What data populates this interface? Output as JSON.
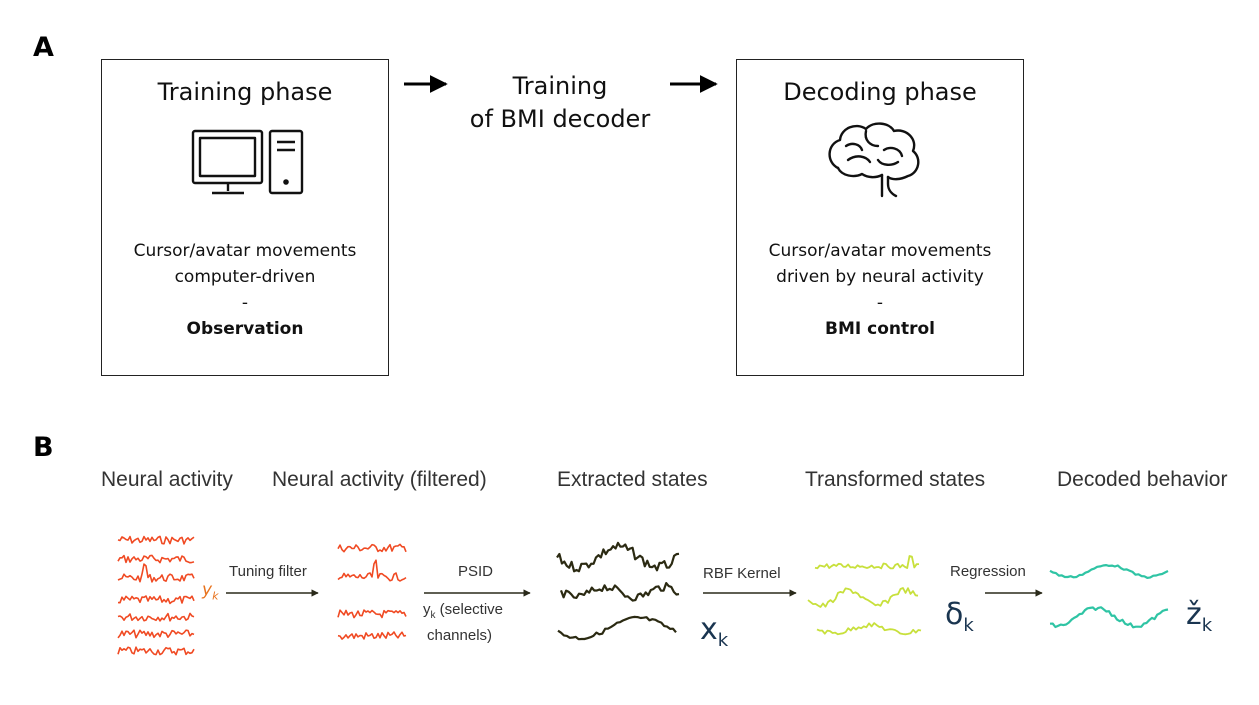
{
  "panel_a": {
    "letter": "A",
    "training_box": {
      "title": "Training phase",
      "desc_line1": "Cursor/avatar movements",
      "desc_line2": "computer-driven",
      "desc_sep": "-",
      "desc_bold": "Observation",
      "icon": "computer-icon"
    },
    "middle": {
      "line1": "Training",
      "line2": "of BMI decoder"
    },
    "decoding_box": {
      "title": "Decoding phase",
      "desc_line1": "Cursor/avatar movements",
      "desc_line2": "driven by neural activity",
      "desc_sep": "-",
      "desc_bold": "BMI control",
      "icon": "brain-icon"
    }
  },
  "panel_b": {
    "letter": "B",
    "stages": [
      "Neural activity",
      "Neural activity (filtered)",
      "Extracted states",
      "Transformed states",
      "Decoded behavior"
    ],
    "arrows": {
      "tuning": "Tuning filter",
      "psid": "PSID",
      "psid_note_line1": "(selective",
      "psid_note_line2": "channels)",
      "rbf": "RBF Kernel",
      "regression": "Regression"
    },
    "symbols": {
      "y": "y",
      "y_sub": "k",
      "x": "x",
      "x_sub": "k",
      "delta": "δ",
      "delta_sub": "k",
      "z": "ž",
      "z_sub": "k"
    },
    "colors": {
      "raw": "#f04a23",
      "filtered": "#f04a23",
      "extracted": "#2b2a12",
      "transformed": "#c8e03c",
      "decoded": "#2fc4a4",
      "y_label": "#e8731e",
      "symbol": "#1a3550"
    }
  }
}
